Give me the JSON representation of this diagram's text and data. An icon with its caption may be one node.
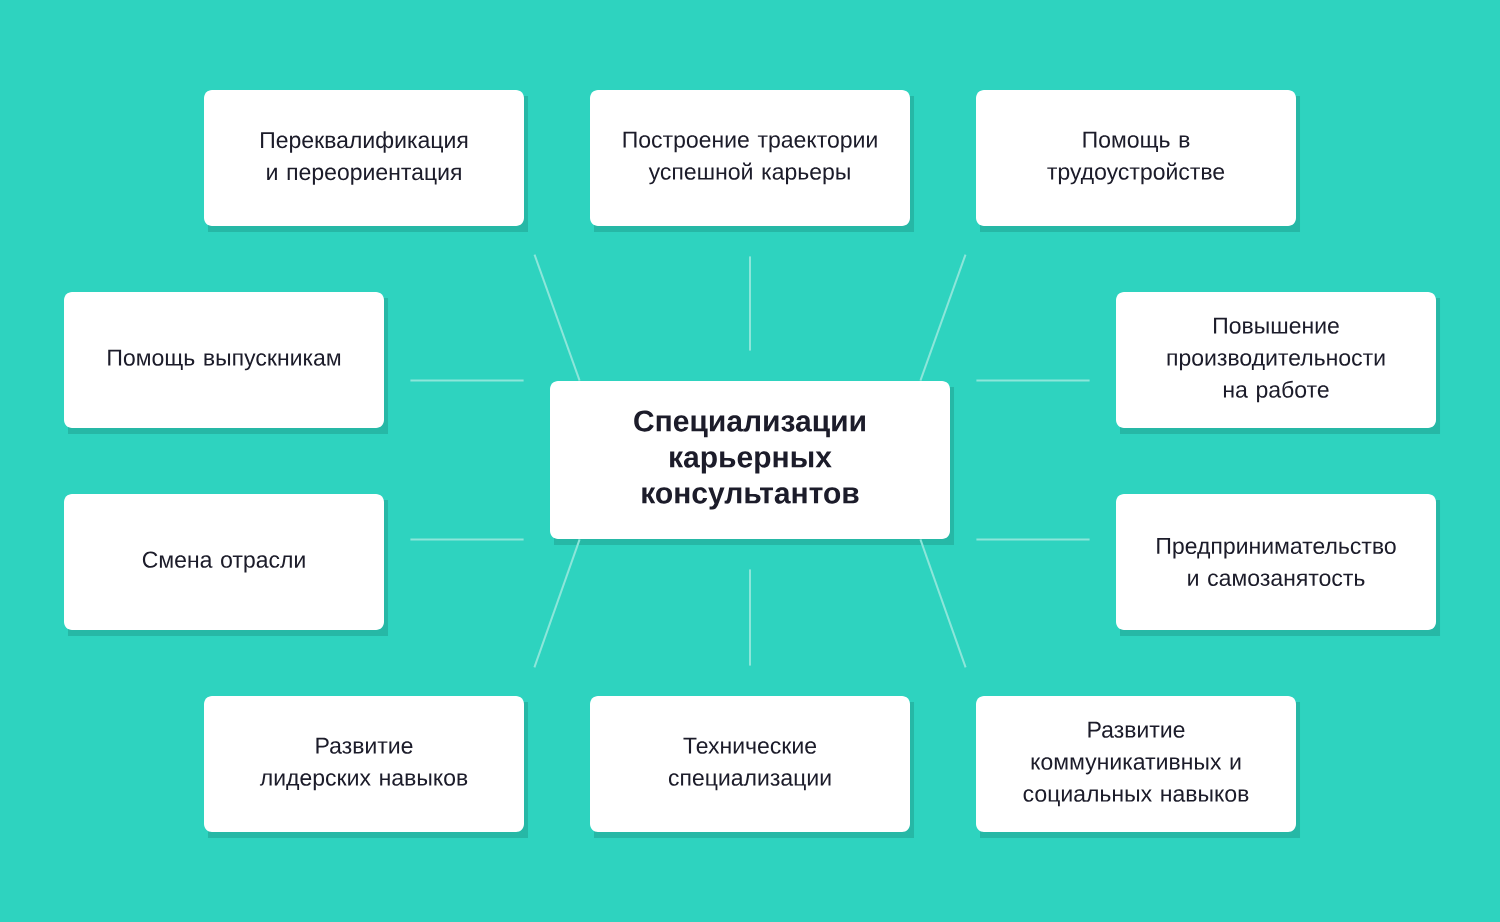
{
  "diagram": {
    "nodes": [
      {
        "text": [
          "Специализации карьерных консультантов"
        ]
      },
      {
        "text": [
          "Переквалификация и переориентация"
        ]
      },
      {
        "text": [
          "Построение траектории успешной карьеры"
        ]
      },
      {
        "text": [
          "Помощь в трудоустройстве"
        ]
      },
      {
        "text": [
          "Помощь выпускникам"
        ]
      },
      {
        "text": [
          "Повышение производительности на работе"
        ]
      },
      {
        "text": [
          "Смена отрасли"
        ]
      },
      {
        "text": [
          "Предпринимательство и самозанятость"
        ]
      },
      {
        "text": [
          "Развитие лидерских навыков"
        ]
      },
      {
        "text": [
          "Технические специализации"
        ]
      },
      {
        "text": [
          "Развитие коммуникативных и социальных навыков"
        ]
      }
    ],
    "edges": [
      {
        "from": 0,
        "to": 1,
        "arrow": "none"
      },
      {
        "from": 0,
        "to": 2,
        "arrow": "none"
      },
      {
        "from": 0,
        "to": 3,
        "arrow": "none"
      },
      {
        "from": 0,
        "to": 4,
        "arrow": "none"
      },
      {
        "from": 0,
        "to": 5,
        "arrow": "none"
      },
      {
        "from": 0,
        "to": 6,
        "arrow": "none"
      },
      {
        "from": 0,
        "to": 7,
        "arrow": "none"
      },
      {
        "from": 0,
        "to": 8,
        "arrow": "none"
      },
      {
        "from": 0,
        "to": 9,
        "arrow": "none"
      },
      {
        "from": 0,
        "to": 10,
        "arrow": "none"
      }
    ]
  }
}
